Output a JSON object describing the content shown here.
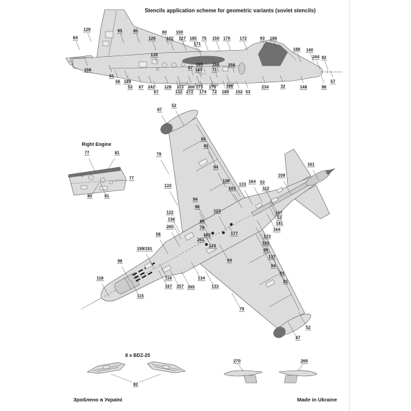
{
  "title": "Stencils application scheme for geometric variants (soviet stencils)",
  "sections": {
    "right_engine": "Right Engine",
    "bdz": "8 x BDZ-25"
  },
  "footer": {
    "left": "Зроблено в Україні",
    "right": "Made in Ukraine"
  },
  "colors": {
    "ink": "#1a1a1a",
    "fill_light": "#dcdcdc",
    "fill_mid": "#cccccc",
    "fill_dark": "#707070",
    "line": "#555555"
  },
  "callouts": {
    "side_top": {
      "mode": "offset",
      "lead": [
        1,
        3,
        6,
        16
      ],
      "items": [
        [
          "129",
          127,
          45
        ],
        [
          "95",
          175,
          47
        ],
        [
          "85",
          198,
          47
        ],
        [
          "84",
          110,
          57
        ],
        [
          "126",
          222,
          58
        ],
        [
          "60",
          240,
          49
        ],
        [
          "100",
          262,
          49
        ],
        [
          "102",
          248,
          58
        ],
        [
          "127",
          266,
          58
        ],
        [
          "185",
          282,
          58
        ],
        [
          "75",
          298,
          58
        ],
        [
          "171",
          288,
          66
        ],
        [
          "150",
          315,
          58
        ],
        [
          "170",
          331,
          58
        ],
        [
          "172",
          355,
          58
        ],
        [
          "93",
          383,
          58
        ],
        [
          "188",
          399,
          58
        ],
        [
          "188",
          433,
          74
        ],
        [
          "140",
          452,
          75
        ],
        [
          "244",
          461,
          85
        ],
        [
          "92",
          473,
          86
        ]
      ]
    },
    "side_mid": {
      "mode": "offset",
      "lead": [
        2,
        3,
        4,
        9
      ],
      "items": [
        [
          "139",
          225,
          82
        ],
        [
          "67",
          278,
          101
        ],
        [
          "169",
          291,
          96
        ],
        [
          "187",
          290,
          104
        ],
        [
          "168",
          315,
          96
        ],
        [
          "71",
          313,
          104
        ],
        [
          "258",
          338,
          97
        ]
      ]
    },
    "side_bottom": {
      "mode": "offset",
      "lead": [
        0,
        -8,
        -4,
        -18
      ],
      "items": [
        [
          "158",
          128,
          104
        ],
        [
          "61",
          163,
          113
        ],
        [
          "56",
          172,
          121
        ],
        [
          "189",
          186,
          121
        ],
        [
          "53",
          190,
          129
        ],
        [
          "67",
          206,
          129
        ],
        [
          "242",
          221,
          129
        ],
        [
          "67",
          228,
          136
        ],
        [
          "128",
          245,
          129
        ],
        [
          "113",
          263,
          129
        ],
        [
          "132",
          261,
          136
        ],
        [
          "266",
          279,
          129
        ],
        [
          "272",
          277,
          136
        ],
        [
          "173",
          291,
          129
        ],
        [
          "174",
          296,
          136
        ],
        [
          "175",
          310,
          129
        ],
        [
          "72",
          313,
          136
        ],
        [
          "189",
          329,
          136
        ],
        [
          "186",
          335,
          128
        ],
        [
          "152",
          349,
          136
        ],
        [
          "53",
          362,
          136
        ],
        [
          "234",
          387,
          129
        ],
        [
          "32",
          413,
          128
        ],
        [
          "148",
          443,
          129
        ],
        [
          "96",
          473,
          129
        ],
        [
          "57",
          486,
          121
        ]
      ]
    },
    "top_view": {
      "mode": "axis",
      "axis": [
        148,
        435,
        480,
        251
      ],
      "cap": 24,
      "items": [
        [
          "87",
          233,
          162
        ],
        [
          "52",
          254,
          156
        ],
        [
          "91",
          297,
          205
        ],
        [
          "81",
          301,
          215
        ],
        [
          "79",
          232,
          227
        ],
        [
          "94",
          315,
          246
        ],
        [
          "136",
          330,
          266
        ],
        [
          "133",
          245,
          273
        ],
        [
          "163",
          339,
          277
        ],
        [
          "133",
          354,
          271
        ],
        [
          "164",
          368,
          267
        ],
        [
          "53",
          383,
          268
        ],
        [
          "112",
          388,
          277
        ],
        [
          "109",
          411,
          258
        ],
        [
          "161",
          454,
          242
        ],
        [
          "94",
          285,
          293
        ],
        [
          "90",
          288,
          304
        ],
        [
          "122",
          248,
          312
        ],
        [
          "123",
          317,
          310
        ],
        [
          "134",
          250,
          322
        ],
        [
          "265",
          248,
          333
        ],
        [
          "58",
          231,
          344
        ],
        [
          "157",
          407,
          313
        ],
        [
          "53",
          408,
          320
        ],
        [
          "181",
          408,
          328
        ],
        [
          "164",
          404,
          337
        ],
        [
          "80",
          295,
          325
        ],
        [
          "78",
          295,
          334
        ],
        [
          "183",
          302,
          345
        ],
        [
          "177",
          342,
          343
        ],
        [
          "261",
          293,
          352
        ],
        [
          "122",
          310,
          361
        ],
        [
          "133",
          390,
          347
        ],
        [
          "162",
          388,
          357
        ],
        [
          "90",
          388,
          367
        ],
        [
          "137",
          397,
          377
        ],
        [
          "199/191",
          211,
          365
        ],
        [
          "98",
          175,
          383
        ],
        [
          "118",
          146,
          408
        ],
        [
          "115",
          205,
          434
        ],
        [
          "116",
          246,
          408
        ],
        [
          "167",
          246,
          420
        ],
        [
          "257",
          263,
          420
        ],
        [
          "265",
          279,
          421
        ],
        [
          "134",
          294,
          408
        ],
        [
          "133",
          314,
          420
        ],
        [
          "94",
          335,
          382
        ],
        [
          "94",
          399,
          390
        ],
        [
          "91",
          412,
          401
        ],
        [
          "81",
          417,
          413
        ],
        [
          "79",
          353,
          453
        ],
        [
          "52",
          450,
          480
        ],
        [
          "87",
          435,
          495
        ]
      ]
    },
    "engine": {
      "mode": "focus",
      "focus": [
        146,
        264
      ],
      "cap": 20,
      "items": [
        [
          "77",
          127,
          225
        ],
        [
          "81",
          171,
          225
        ],
        [
          "77",
          192,
          262
        ],
        [
          "80",
          131,
          288
        ],
        [
          "81",
          156,
          288
        ]
      ]
    },
    "part_270": {
      "mode": "offset",
      "lead": [
        2,
        3,
        9,
        13
      ],
      "items": [
        [
          "270",
          346,
          529
        ]
      ]
    },
    "part_269": {
      "mode": "offset",
      "lead": [
        -2,
        3,
        -9,
        13
      ],
      "items": [
        [
          "269",
          444,
          529
        ]
      ]
    },
    "bdz_82": {
      "mode": "none",
      "items": [
        [
          "82",
          198,
          563
        ]
      ]
    }
  }
}
